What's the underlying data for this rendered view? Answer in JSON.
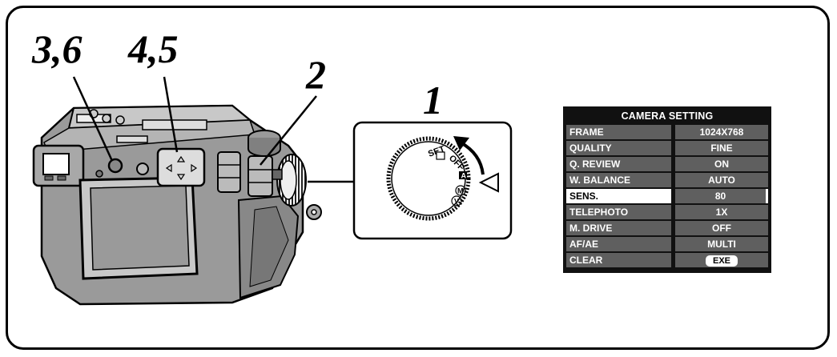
{
  "steps": {
    "label_3_6": "3,6",
    "label_4_5": "4,5",
    "label_2": "2",
    "label_1": "1"
  },
  "mode_dial": {
    "marks": [
      "SET",
      "OFF",
      "A",
      "M",
      "V"
    ],
    "pointer": "triangle-pointer-icon",
    "rotation_arrow": "curved-arrow-icon"
  },
  "menu": {
    "title": "CAMERA SETTING",
    "rows": [
      {
        "key": "FRAME",
        "value": "1024X768"
      },
      {
        "key": "QUALITY",
        "value": "FINE"
      },
      {
        "key": "Q. REVIEW",
        "value": "ON"
      },
      {
        "key": "W. BALANCE",
        "value": "AUTO"
      },
      {
        "key": "SENS.",
        "value": "80"
      },
      {
        "key": "TELEPHOTO",
        "value": "1X"
      },
      {
        "key": "M. DRIVE",
        "value": "OFF"
      },
      {
        "key": "AF/AE",
        "value": "MULTI"
      },
      {
        "key": "CLEAR",
        "value": "EXE"
      }
    ],
    "selected_row": "SENS."
  },
  "colors": {
    "menu_bg": "#111111",
    "menu_cell": "#5f5f5f",
    "camera_body": "#9a9a9a"
  }
}
